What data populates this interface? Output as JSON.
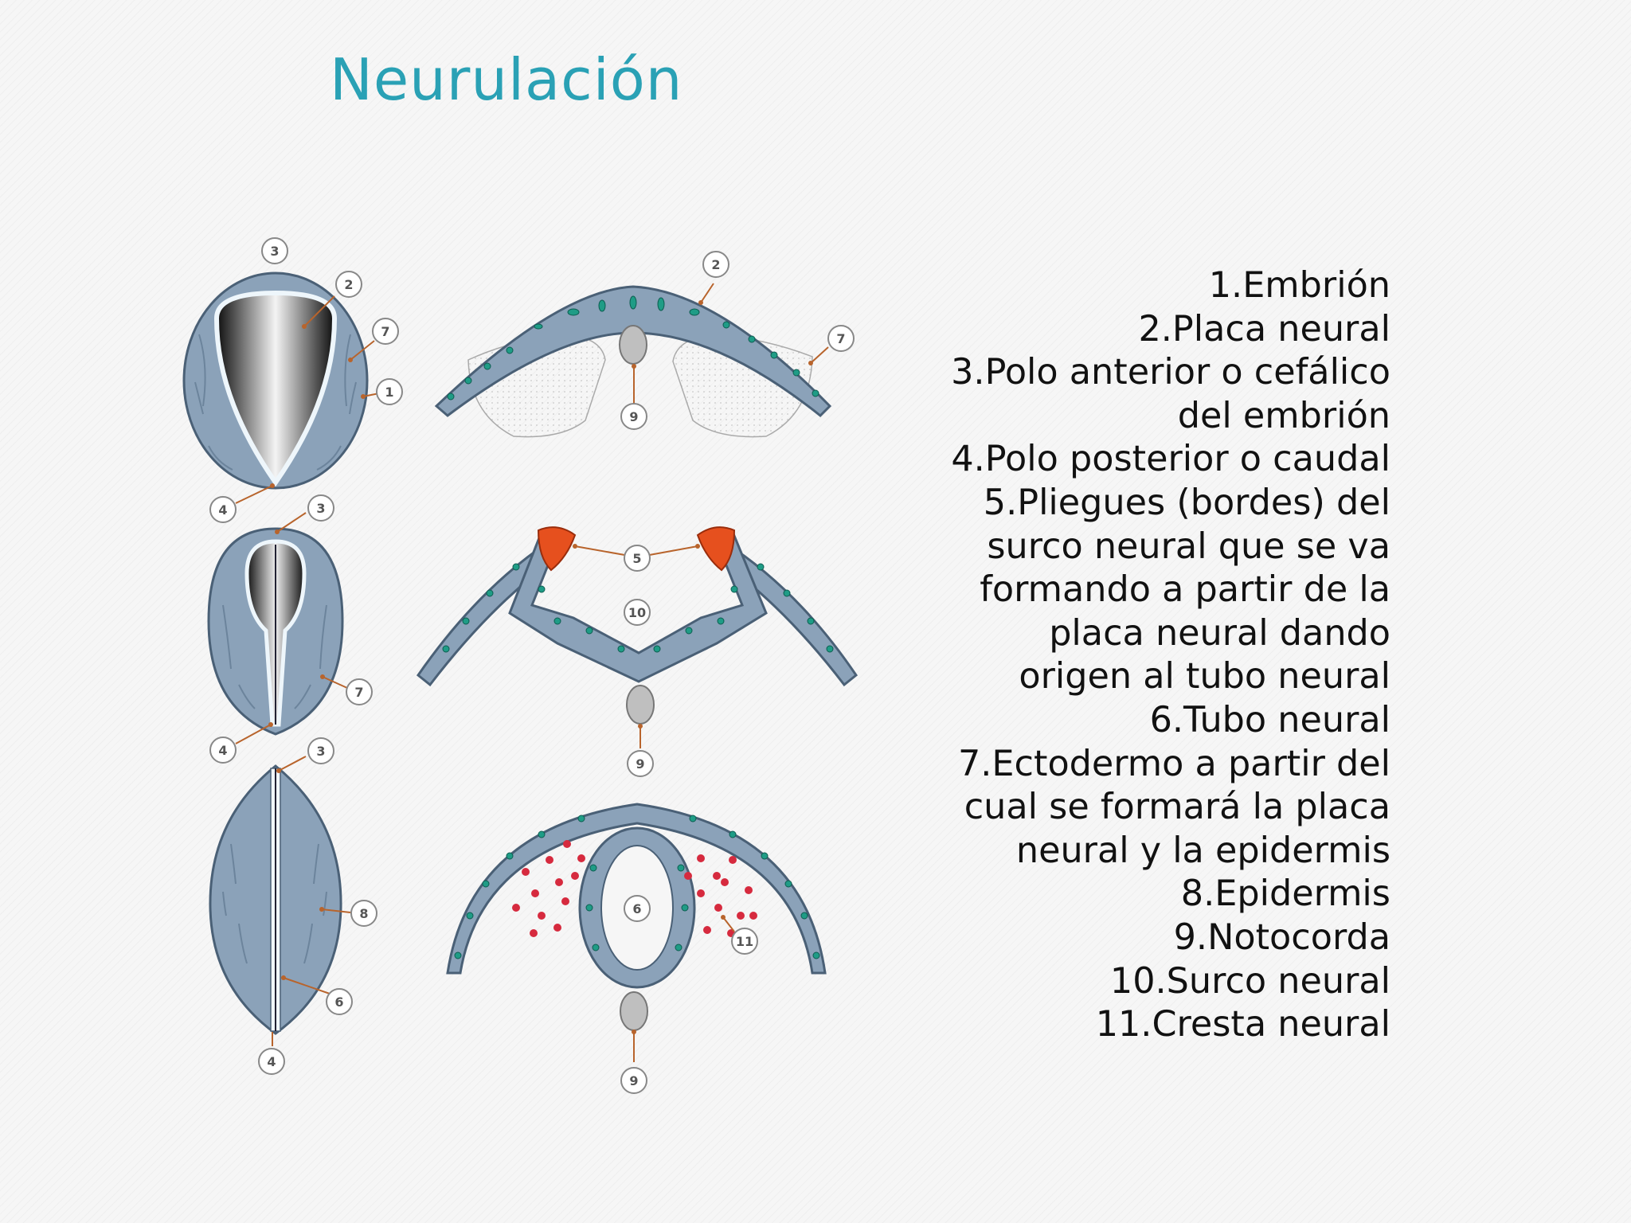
{
  "title": "Neurulación",
  "legend": [
    "1.Embrión",
    "2.Placa neural",
    "3.Polo anterior o cefálico",
    "del embrión",
    "4.Polo posterior o caudal",
    "5.Pliegues (bordes) del",
    "surco neural que se va",
    "formando a partir de la",
    "placa neural dando",
    "origen al tubo neural",
    "6.Tubo neural",
    "7.Ectodermo a partir del",
    "cual se formará la placa",
    "neural y la epidermis",
    "8.Epidermis",
    "9.Notocorda",
    "10.Surco neural",
    "11.Cresta neural"
  ],
  "callouts": [
    "3",
    "2",
    "7",
    "1",
    "4",
    "3",
    "7",
    "4",
    "3",
    "8",
    "6",
    "4",
    "2",
    "7",
    "9",
    "5",
    "10",
    "9",
    "6",
    "11",
    "9"
  ],
  "colors": {
    "title": "#2aa1b5",
    "tissue": "#8ba2b9",
    "tissue_stroke": "#4a6076",
    "nucleus": "#1f9c86",
    "crest_cells": "#d62a3e",
    "neural_fold": "#e6501e",
    "arrow": "#b8642c"
  }
}
